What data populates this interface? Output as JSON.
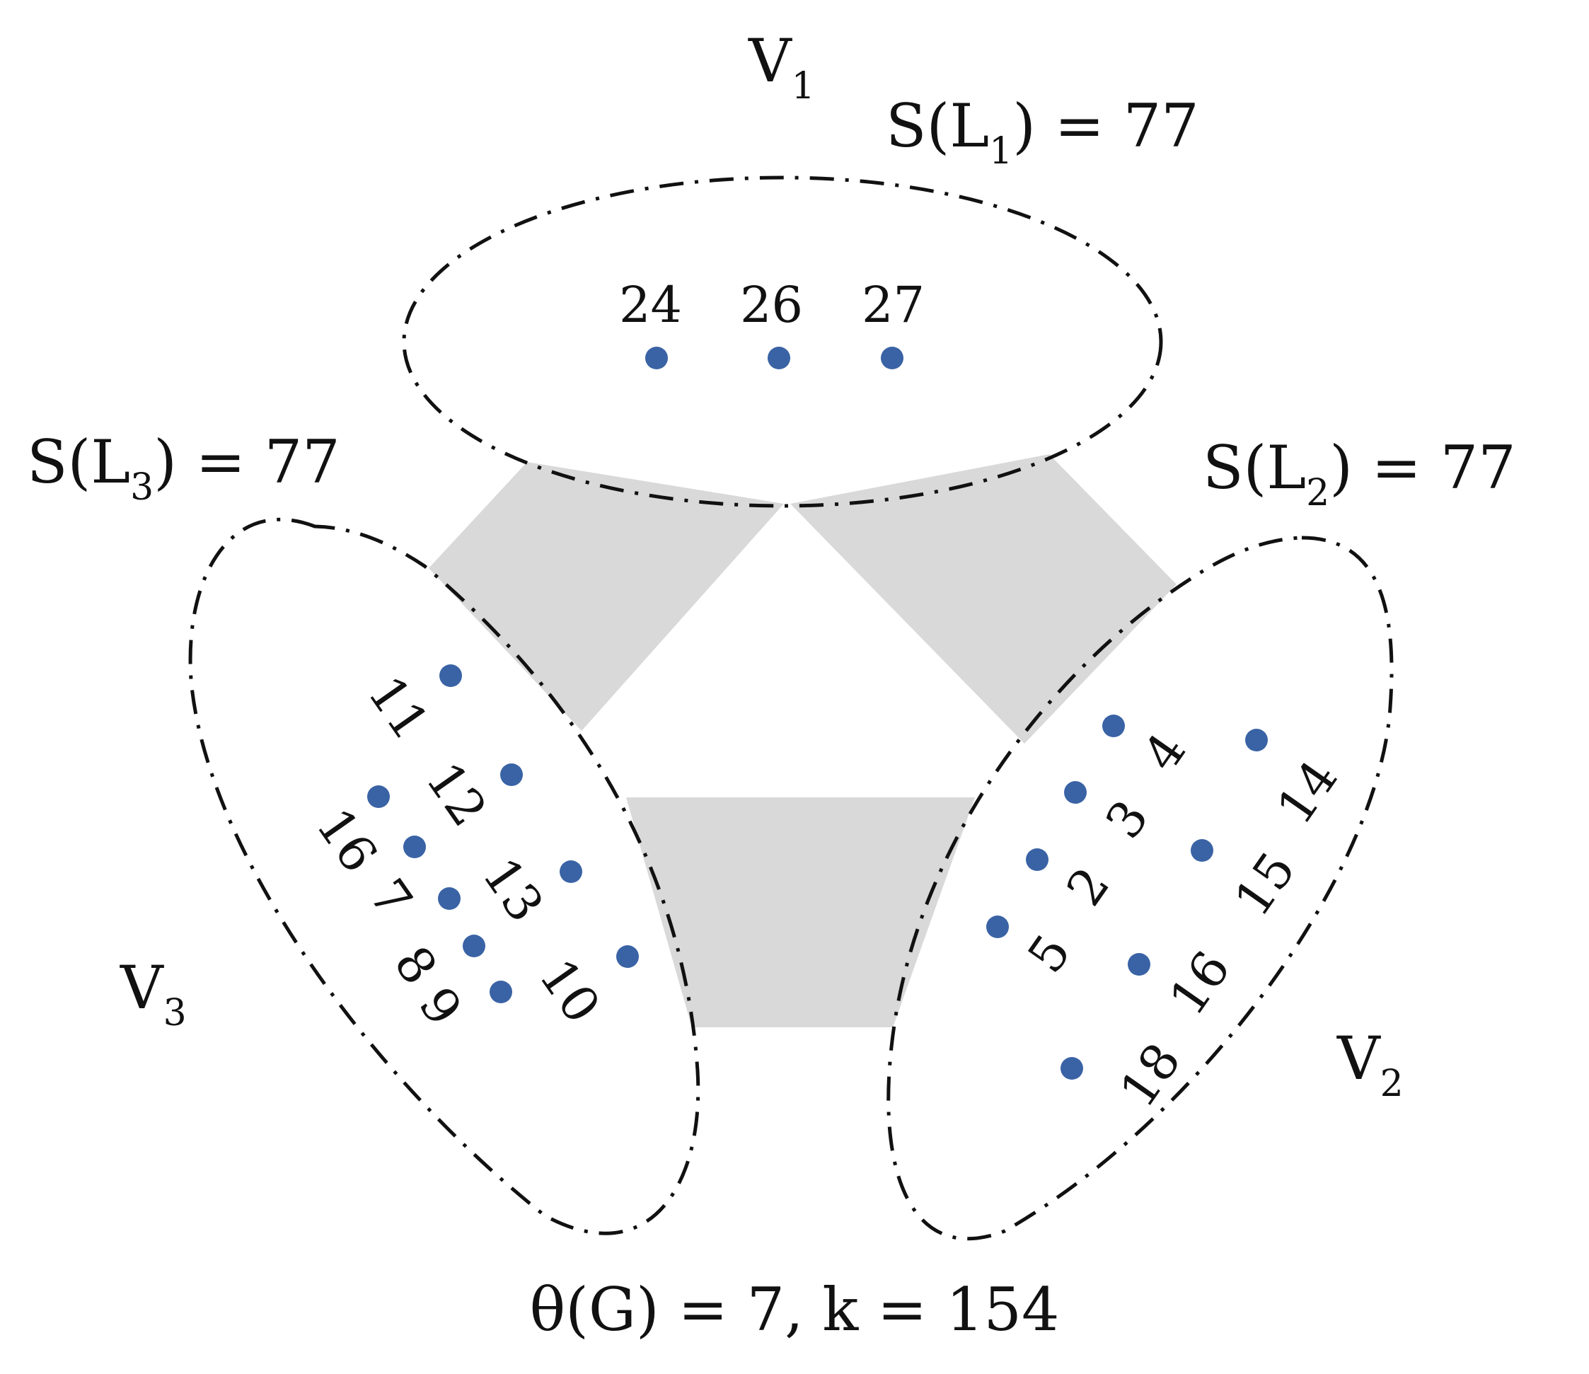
{
  "partitions": {
    "v1": {
      "name": "V",
      "sub": "1",
      "vertices": [
        "24",
        "26",
        "27"
      ]
    },
    "v2": {
      "name": "V",
      "sub": "2",
      "vertices": [
        "4",
        "3",
        "2",
        "5",
        "14",
        "15",
        "16",
        "18"
      ]
    },
    "v3": {
      "name": "V",
      "sub": "3",
      "vertices": [
        "11",
        "12",
        "16",
        "7",
        "13",
        "8",
        "9",
        "10"
      ]
    }
  },
  "layer_sums": {
    "l1": {
      "prefix": "S(L",
      "sub": "1",
      "suffix": ") = 77"
    },
    "l2": {
      "prefix": "S(L",
      "sub": "2",
      "suffix": ") = 77"
    },
    "l3": {
      "prefix": "S(L",
      "sub": "3",
      "suffix": ") = 77"
    }
  },
  "caption": "θ(G) = 7, k = 154",
  "colors": {
    "vertex": "#3a63a5",
    "edge_region": "#d9d9d9",
    "outline": "#111111"
  }
}
